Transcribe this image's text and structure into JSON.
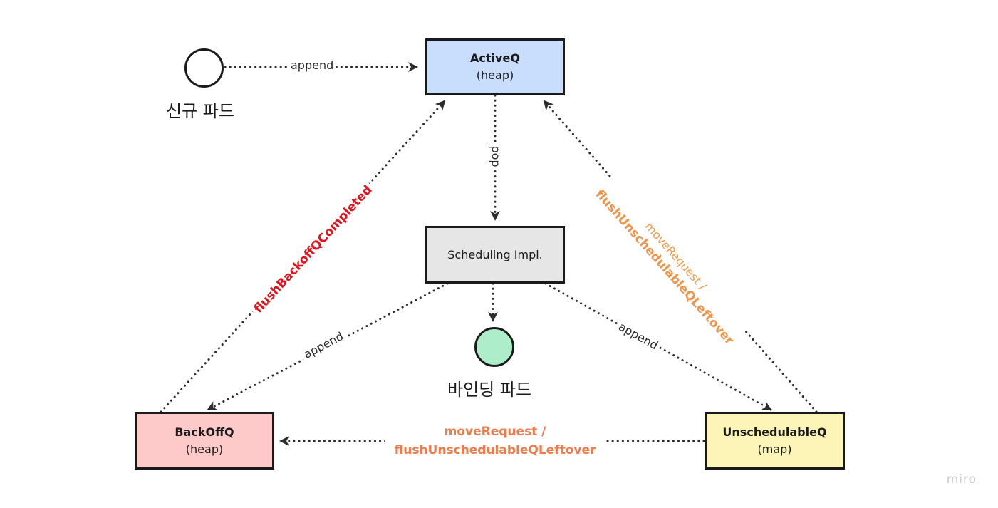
{
  "nodes": {
    "activeq": {
      "title": "ActiveQ",
      "sub": "(heap)",
      "fill": "#c9ddfc"
    },
    "scheduling": {
      "title": "Scheduling Impl.",
      "fill": "#e6e6e6"
    },
    "backoffq": {
      "title": "BackOffQ",
      "sub": "(heap)",
      "fill": "#fec9c9"
    },
    "unschedulableq": {
      "title": "UnschedulableQ",
      "sub": "(map)",
      "fill": "#fdf5b8"
    }
  },
  "circles": {
    "new_pod": {
      "label": "신규 파드",
      "fill": "#ffffff"
    },
    "bound_pod": {
      "label": "바인딩 파드",
      "fill": "#aeedc9"
    }
  },
  "edges": {
    "new_to_active": "append",
    "active_to_sched": "pop",
    "sched_to_backoff": "append",
    "sched_to_unsched": "append",
    "backoff_to_active": "flushBackoffQCompleted",
    "unsched_to_active_line1": "moveRequest /",
    "unsched_to_active_line2": "flushUnschedulableQLeftover",
    "unsched_to_backoff_line1": "moveRequest /",
    "unsched_to_backoff_line2": "flushUnschedulableQLeftover"
  },
  "colors": {
    "red_label": "#e8101a",
    "orange_label": "#f09a4a",
    "orange_bold": "#f07a4a",
    "line": "#2c2c2c"
  },
  "watermark": "miro"
}
